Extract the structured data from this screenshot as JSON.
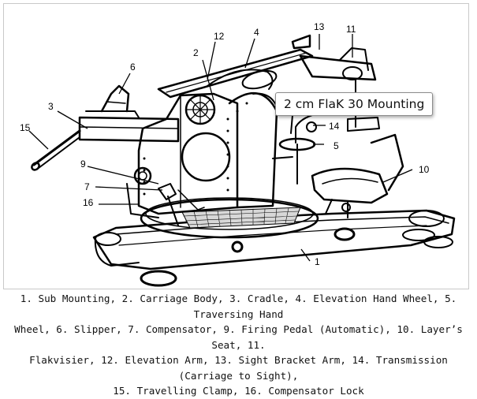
{
  "tooltip": {
    "text": "2 cm FlaK 30 Mounting"
  },
  "callouts": [
    {
      "id": "1",
      "label": "1"
    },
    {
      "id": "2",
      "label": "2"
    },
    {
      "id": "3",
      "label": "3"
    },
    {
      "id": "4",
      "label": "4"
    },
    {
      "id": "5",
      "label": "5"
    },
    {
      "id": "6",
      "label": "6"
    },
    {
      "id": "7",
      "label": "7"
    },
    {
      "id": "9",
      "label": "9"
    },
    {
      "id": "10",
      "label": "10"
    },
    {
      "id": "11",
      "label": "11"
    },
    {
      "id": "12",
      "label": "12"
    },
    {
      "id": "13",
      "label": "13"
    },
    {
      "id": "14",
      "label": "14"
    },
    {
      "id": "15",
      "label": "15"
    },
    {
      "id": "16",
      "label": "16"
    }
  ],
  "caption": {
    "lines": [
      "1. Sub Mounting, 2. Carriage Body, 3. Cradle, 4. Elevation Hand Wheel, 5. Traversing Hand",
      "Wheel, 6. Slipper, 7. Compensator, 9. Firing Pedal (Automatic), 10. Layer’s Seat, 11.",
      "Flakvisier, 12. Elevation Arm, 13. Sight Bracket Arm, 14. Transmission (Carriage to Sight),",
      "15. Travelling Clamp, 16. Compensator Lock"
    ]
  }
}
